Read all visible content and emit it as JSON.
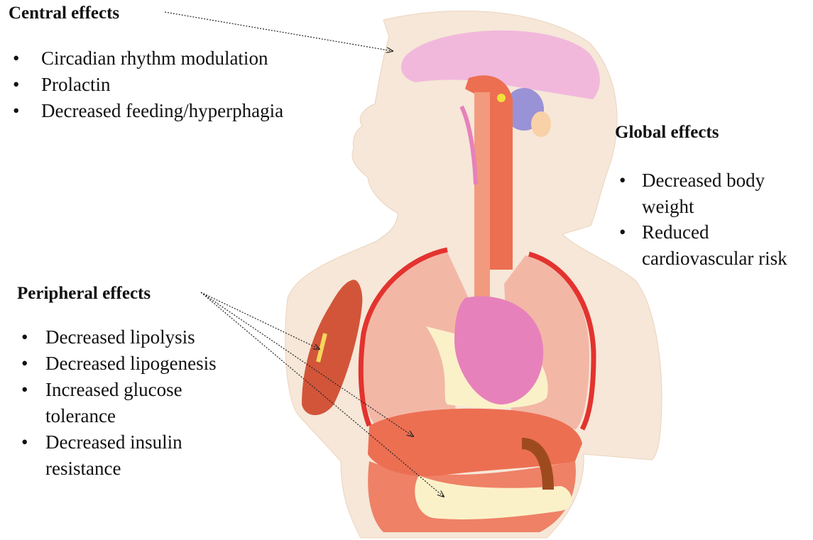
{
  "central": {
    "heading": "Central effects",
    "items": [
      "Circadian rhythm modulation",
      "Prolactin",
      "Decreased feeding/hyperphagia"
    ]
  },
  "global": {
    "heading": "Global effects",
    "items": [
      "Decreased body weight",
      "Reduced cardiovascular risk"
    ]
  },
  "peripheral": {
    "heading": "Peripheral effects",
    "items": [
      "Decreased lipolysis",
      "Decreased lipogenesis",
      "Increased  glucose tolerance",
      "Decreased insulin resistance"
    ]
  },
  "colors": {
    "body_outline": "#f6e7d8",
    "brain": "#f1b8dc",
    "lungs": "#f3b7a6",
    "heart": "#e781bb",
    "vessels": "#e3332f",
    "liver": "#ec6f52",
    "stomach": "#fbf1c9",
    "muscle": "#d2553a"
  }
}
